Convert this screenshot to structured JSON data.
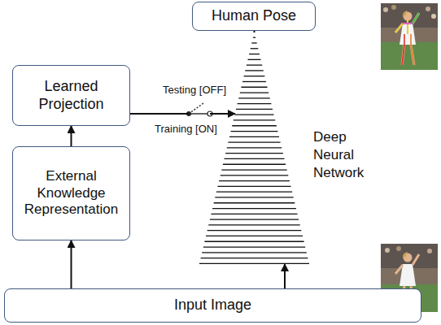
{
  "diagram": {
    "nodes": [
      {
        "text": [
          "Human Pose"
        ]
      },
      {
        "text": [
          "Learned Projection"
        ]
      },
      {
        "text": [
          "Deep Neural Network"
        ]
      },
      {
        "text": [
          "External Knowledge Representation"
        ]
      },
      {
        "text": [
          "Input Image"
        ]
      }
    ],
    "edges": [
      {
        "from": 3,
        "to": 1,
        "arrow": "to"
      },
      {
        "from": 4,
        "to": 3,
        "arrow": "to"
      },
      {
        "from": 4,
        "to": 2,
        "arrow": "to"
      },
      {
        "from": 1,
        "to": 2,
        "arrow": "to"
      },
      {
        "from": 2,
        "to": 0,
        "arrow": "none"
      }
    ],
    "labels": [
      "Testing [OFF]",
      "Training [ON]"
    ]
  }
}
